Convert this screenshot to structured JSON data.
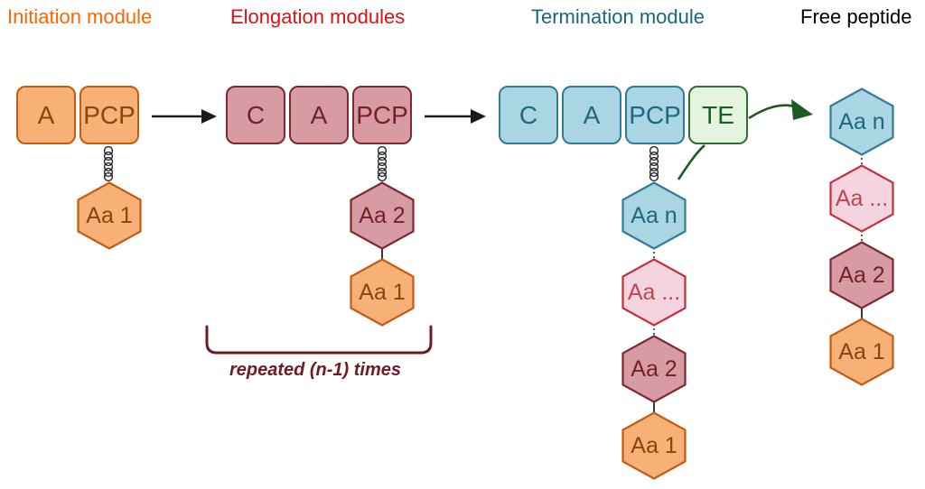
{
  "colors": {
    "initiation_accent": "#FF6600",
    "elongation_accent": "#DD1111",
    "termination_accent": "#17677E",
    "free_peptide_accent": "#000000",
    "orange_fill": "#F7B076",
    "orange_border": "#C55A11",
    "orange_text": "#8A4410",
    "mauve_fill": "#D69BA3",
    "mauve_border": "#7E2831",
    "mauve_text": "#75202B",
    "blue_fill": "#AAD5E2",
    "blue_border": "#2E7C95",
    "blue_text": "#1D6880",
    "green_fill": "#E4F4DF",
    "green_border": "#2F6E33",
    "green_text": "#1C5E20",
    "pink_fill": "#F4D4DE",
    "pink_border": "#C5303C",
    "pink_text": "#C04450",
    "arrow_black": "#1A1A1A",
    "arrow_green": "#1D5B21",
    "bracket": "#701B22"
  },
  "modules": {
    "initiation": {
      "title": "Initiation module",
      "domains": [
        {
          "label": "A"
        },
        {
          "label": "PCP"
        }
      ],
      "chain": [
        {
          "label": "Aa 1"
        }
      ]
    },
    "elongation": {
      "title": "Elongation modules",
      "domains": [
        {
          "label": "C"
        },
        {
          "label": "A"
        },
        {
          "label": "PCP"
        }
      ],
      "chain": [
        {
          "label": "Aa 2"
        },
        {
          "label": "Aa 1"
        }
      ],
      "note": "repeated (n-1) times"
    },
    "termination": {
      "title": "Termination module",
      "domains": [
        {
          "label": "C"
        },
        {
          "label": "A"
        },
        {
          "label": "PCP"
        },
        {
          "label": "TE"
        }
      ],
      "chain": [
        {
          "label": "Aa n"
        },
        {
          "label": "Aa ..."
        },
        {
          "label": "Aa 2"
        },
        {
          "label": "Aa 1"
        }
      ]
    },
    "free_peptide": {
      "title": "Free peptide",
      "chain": [
        {
          "label": "Aa n"
        },
        {
          "label": "Aa ..."
        },
        {
          "label": "Aa 2"
        },
        {
          "label": "Aa 1"
        }
      ]
    }
  }
}
